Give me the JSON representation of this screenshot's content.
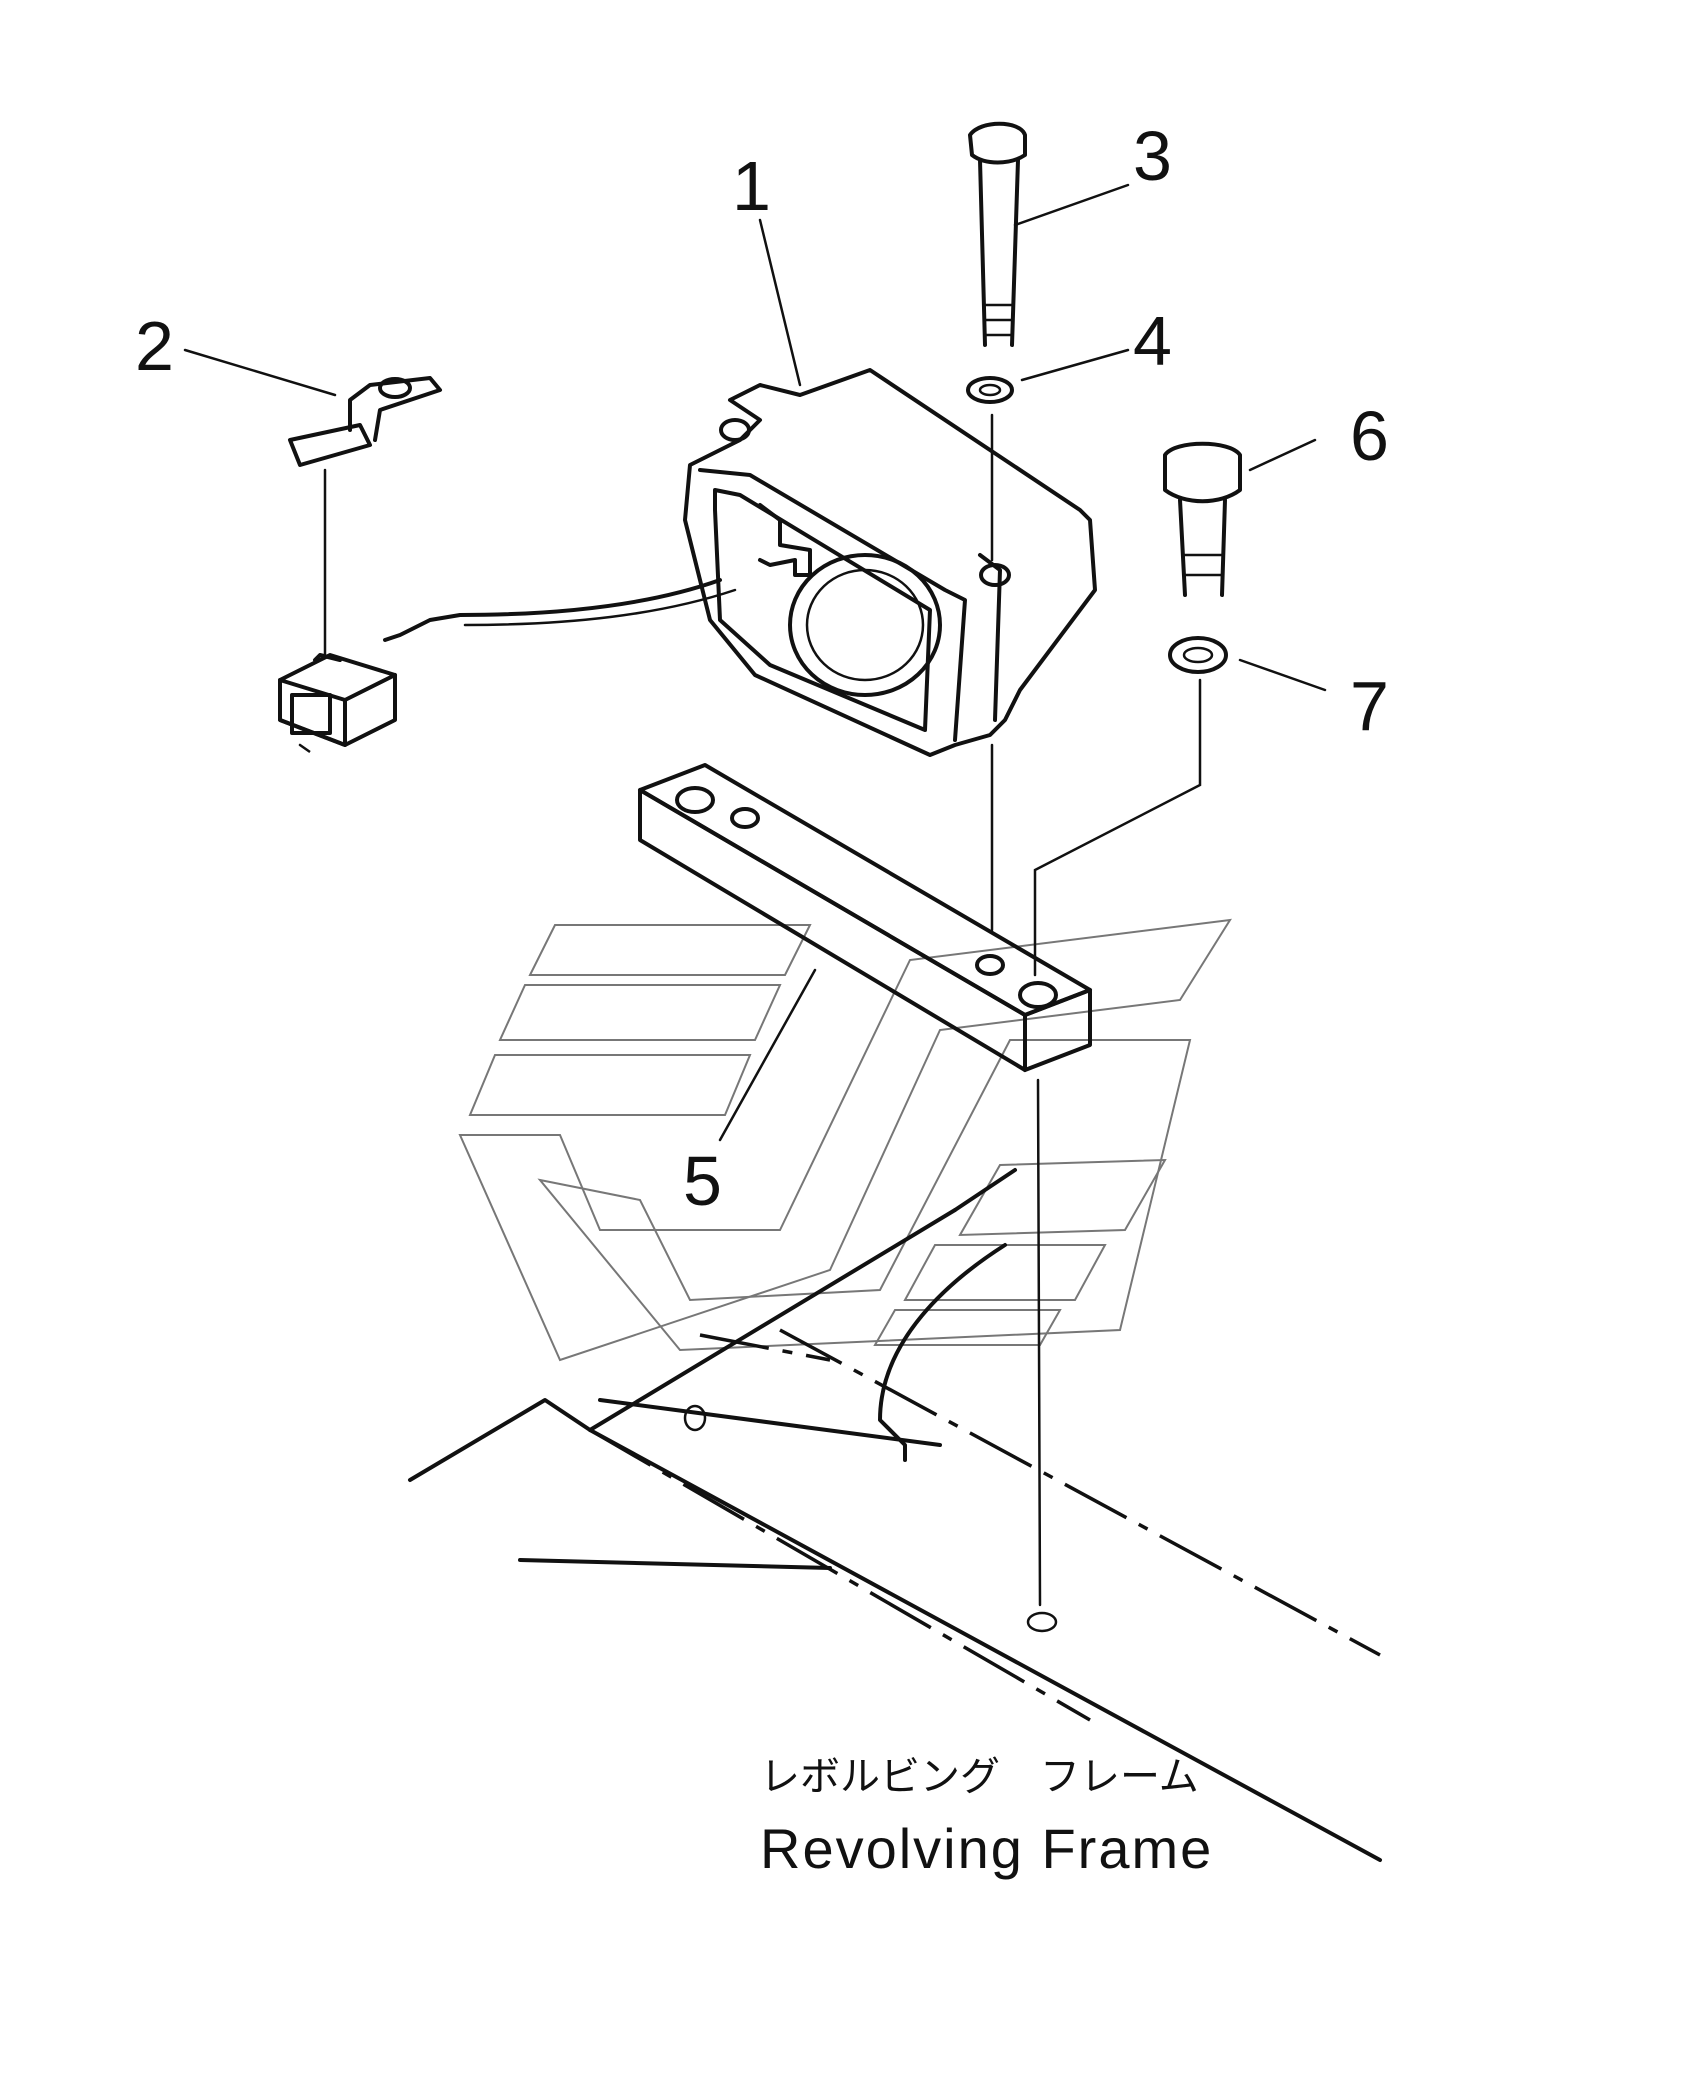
{
  "callouts": {
    "c1": "1",
    "c2": "2",
    "c3": "3",
    "c4": "4",
    "c5": "5",
    "c6": "6",
    "c7": "7"
  },
  "caption": {
    "japanese": "レボルビング　フレーム",
    "english": "Revolving Frame"
  },
  "parts": [
    {
      "ref": "1",
      "icon": "alarm-buzzer-icon"
    },
    {
      "ref": "2",
      "icon": "bracket-clip-icon"
    },
    {
      "ref": "3",
      "icon": "long-bolt-icon"
    },
    {
      "ref": "4",
      "icon": "washer-icon"
    },
    {
      "ref": "5",
      "icon": "mounting-bar-icon"
    },
    {
      "ref": "6",
      "icon": "short-bolt-icon"
    },
    {
      "ref": "7",
      "icon": "washer-icon"
    }
  ]
}
